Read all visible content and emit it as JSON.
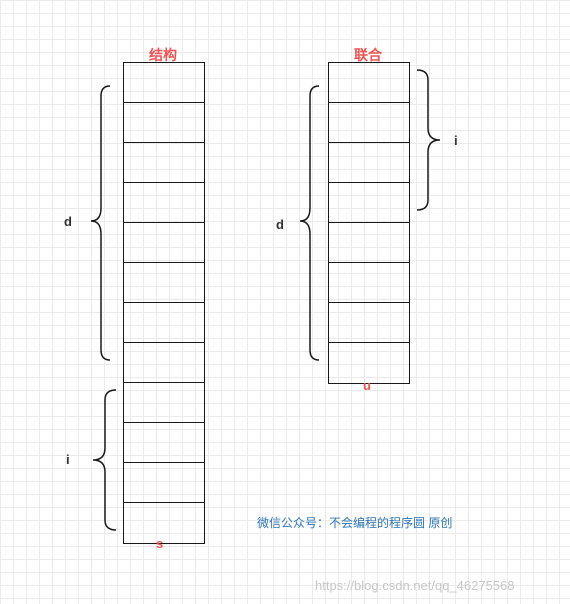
{
  "struct": {
    "title": "结构",
    "var_name": "s",
    "cell_count": 12
  },
  "union": {
    "title": "联合",
    "var_name": "u",
    "cell_count": 8
  },
  "braces": {
    "struct_d": "d",
    "struct_i": "i",
    "union_d": "d",
    "union_i": "i"
  },
  "caption": "微信公众号：不会编程的程序圆 原创",
  "watermark": "https://blog.csdn.net/qq_46275568",
  "colors": {
    "accent": "#f05454",
    "line": "#1a1a1a",
    "caption": "#2e75b6"
  }
}
